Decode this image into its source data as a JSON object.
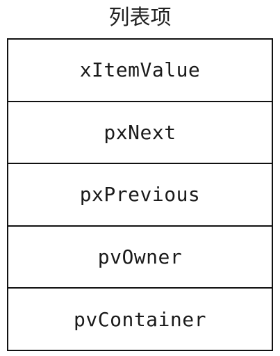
{
  "title": "列表项",
  "fields": [
    "xItemValue",
    "pxNext",
    "pxPrevious",
    "pvOwner",
    "pvContainer"
  ]
}
